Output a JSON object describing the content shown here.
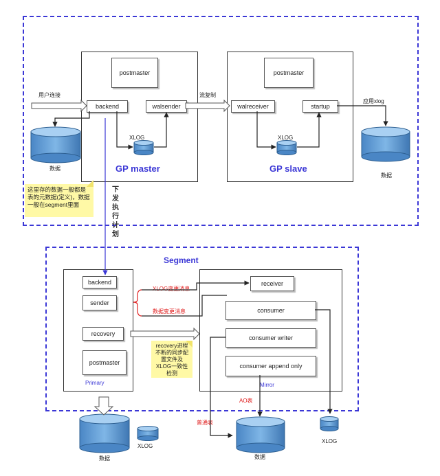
{
  "top_area": {
    "user_connection": "用户连接",
    "stream_replication": "流复制",
    "apply_xlog": "应用xlog",
    "master": {
      "title": "GP master",
      "postmaster": "postmaster",
      "backend": "backend",
      "walsender": "walsender",
      "xlog": "XLOG",
      "data": "数据"
    },
    "slave": {
      "title": "GP slave",
      "postmaster": "postmaster",
      "walreceiver": "walreceiver",
      "startup": "startup",
      "xlog": "XLOG",
      "data": "数据"
    },
    "note": "这里存的数据一般都是表的元数据(定义)，数据一般在segment里面",
    "dispatch_plan": [
      "下",
      "发",
      "执",
      "行",
      "计",
      "划"
    ]
  },
  "segment": {
    "title": "Segment",
    "primary": {
      "label": "Primary",
      "backend": "backend",
      "sender": "sender",
      "recovery": "recovery",
      "postmaster": "postmaster"
    },
    "mirror": {
      "label": "Mirror",
      "receiver": "receiver",
      "consumer": "consumer",
      "consumer_writer": "consumer writer",
      "consumer_append_only": "consumer append only"
    },
    "xlog_change_msg": "XLOG变更消息",
    "data_change_msg": "数据变更消息",
    "recovery_note": "recovery进程不断的同步配置文件及XLOG一致性检测",
    "ao_table": "AO表",
    "heap_table": "普通表",
    "data_primary": "数据",
    "xlog_primary": "XLOG",
    "data_mirror": "数据",
    "xlog_mirror": "XLOG"
  },
  "colors": {
    "dashed_border": "#3b37d6",
    "title_blue": "#3b37d6",
    "cylinder_fill": "#5b9bd5",
    "note_yellow": "#fff9a6",
    "red_text": "#e02020"
  }
}
